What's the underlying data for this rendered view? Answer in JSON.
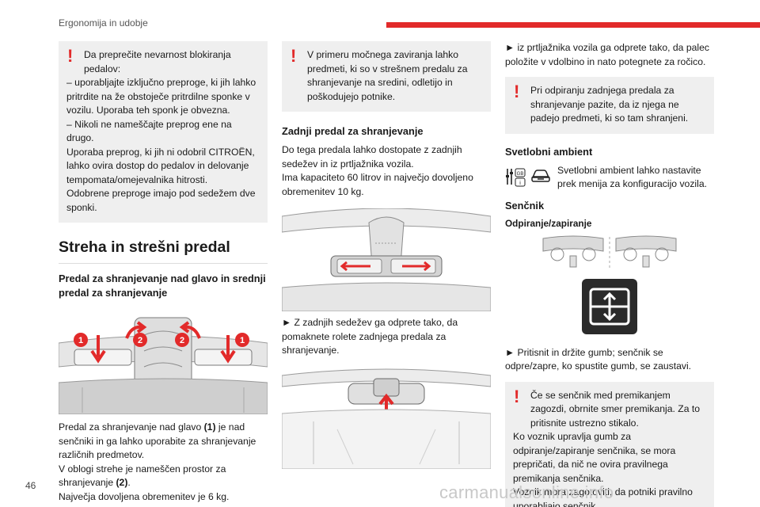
{
  "header": {
    "title": "Ergonomija in udobje",
    "accent": "#e22a2a"
  },
  "page_number": "46",
  "watermark": "carmanualsonline.info",
  "col1": {
    "warning_lines": [
      "Da preprečite nevarnost blokiranja pedalov:",
      "– uporabljajte izključno preproge, ki jih lahko pritrdite na že obstoječe pritrdilne sponke v vozilu. Uporaba teh sponk je obvezna.",
      "– Nikoli ne nameščajte preprog ene na drugo.",
      "Uporaba preprog, ki jih ni odobril CITROËN, lahko ovira dostop do pedalov in delovanje tempomata/omejevalnika hitrosti.",
      "Odobrene preproge imajo pod sedežem dve sponki."
    ],
    "section_title": "Streha in strešni predal",
    "subsection_title": "Predal za shranjevanje nad glavo in srednji predal za shranjevanje",
    "callouts": [
      "1",
      "2",
      "2",
      "1"
    ],
    "para1_a": "Predal za shranjevanje nad glavo ",
    "para1_b": "(1)",
    "para1_c": " je nad senčniki in ga lahko uporabite za shranjevanje različnih predmetov.",
    "para2_a": "V oblogi strehe je nameščen prostor za shranjevanje ",
    "para2_b": "(2)",
    "para2_c": ".",
    "para3": "Največja dovoljena obremenitev je 6 kg."
  },
  "col2": {
    "warning": "V primeru močnega zaviranja lahko predmeti, ki so v strešnem predalu za shranjevanje na sredini, odletijo in poškodujejo potnike.",
    "heading": "Zadnji predal za shranjevanje",
    "para1": "Do tega predala lahko dostopate z zadnjih sedežev in iz prtljažnika vozila.",
    "para2": "Ima kapaciteto 60 litrov in največjo dovoljeno obremenitev 10 kg.",
    "para3": "► Z zadnjih sedežev ga odprete tako, da pomaknete rolete zadnjega predala za shranjevanje."
  },
  "col3": {
    "para1": "► iz prtljažnika vozila ga odprete tako, da palec položite v vdolbino in nato potegnete za ročico.",
    "warning1": "Pri odpiranju zadnjega predala za shranjevanje pazite, da iz njega ne padejo predmeti, ki so tam shranjeni.",
    "heading_ambient": "Svetlobni ambient",
    "ambient_text": "Svetlobni ambient lahko nastavite prek menija za konfiguracijo vozila.",
    "heading_sunshade": "Senčnik",
    "subheading_open": "Odpiranje/zapiranje",
    "para2": "► Pritisnit in držite gumb; senčnik se odpre/zapre, ko spustite gumb, se zaustavi.",
    "warning2_lines": [
      "Če se senčnik med premikanjem zagozdi, obrnite smer premikanja. Za to pritisnite ustrezno stikalo.",
      "Ko voznik upravlja gumb za odpiranje/zapiranje senčnika, se mora prepričati, da nič ne ovira pravilnega premikanja senčnika.",
      "Voznik mora zagotoviti, da potniki pravilno uporabljajo senčnik."
    ]
  }
}
